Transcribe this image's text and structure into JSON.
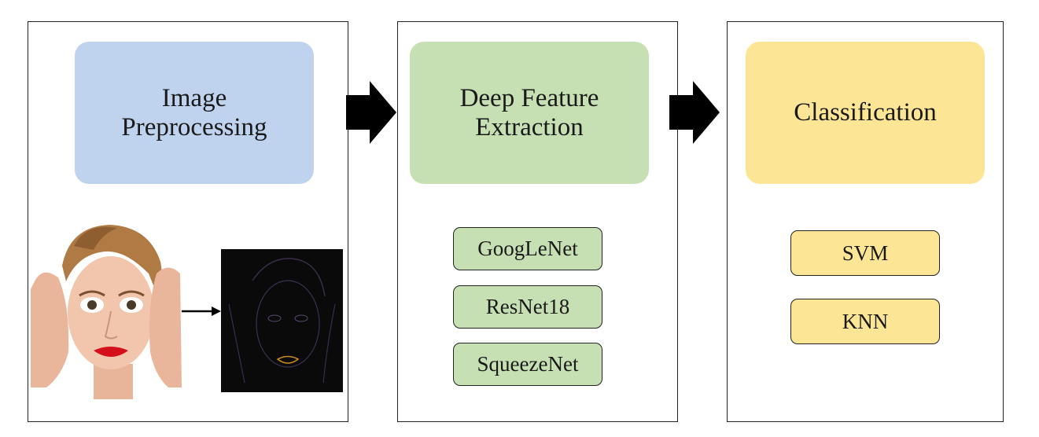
{
  "stages": [
    {
      "title": "Image\nPreprocessing",
      "color": "#c0d3ee"
    },
    {
      "title": "Deep Feature\nExtraction",
      "color": "#c6e0b4",
      "items": [
        "GoogLeNet",
        "ResNet18",
        "SqueezeNet"
      ]
    },
    {
      "title": "Classification",
      "color": "#fce594",
      "items": [
        "SVM",
        "KNN"
      ]
    }
  ],
  "colors": {
    "border": "#222222",
    "arrow": "#000000"
  },
  "icons": {
    "face_photo": "face-photo",
    "edge_image": "edge-map-image",
    "arrows": "right-arrow"
  }
}
